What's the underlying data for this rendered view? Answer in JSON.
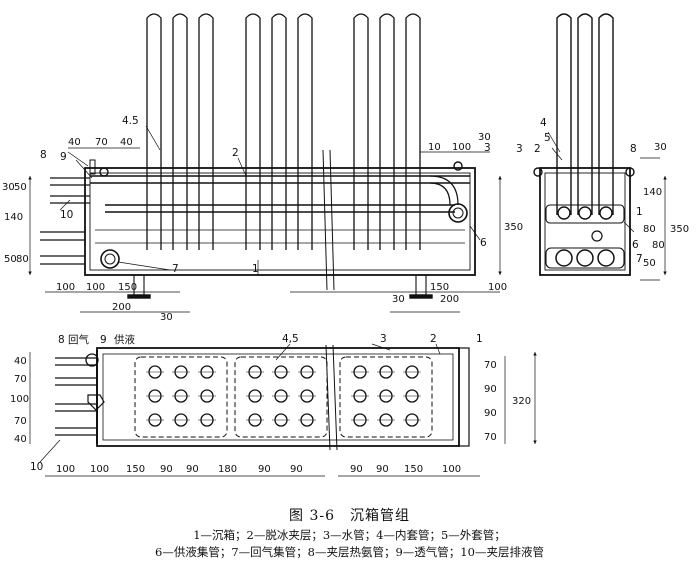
{
  "figure": {
    "title": "图 3-6　沉箱管组",
    "legend_line1": "1—沉箱；2—脱冰夹层；3—水管；4—内套管；5—外套管；",
    "legend_line2": "6—供液集管；7—回气集管；8—夹层热氨管；9—透气管；10—夹层排液管"
  },
  "front": {
    "part_labels": [
      "4.5",
      "2",
      "3",
      "8",
      "9",
      "10",
      "6",
      "7",
      "1"
    ],
    "top_dims": [
      "40",
      "70",
      "40",
      "10",
      "100",
      "30"
    ],
    "left_dims": [
      "30",
      "50",
      "140",
      "50",
      "80"
    ],
    "right_dims": [
      "350"
    ],
    "bottom_dims": [
      "100",
      "100",
      "150",
      "200",
      "30",
      "30",
      "150",
      "200",
      "100"
    ]
  },
  "side": {
    "part_labels": [
      "4",
      "5",
      "3",
      "2",
      "8",
      "1",
      "6",
      "7"
    ],
    "right_dims": [
      "30",
      "140",
      "80",
      "80",
      "50",
      "350"
    ]
  },
  "plan": {
    "part_labels": [
      "8",
      "回气",
      "9",
      "供液",
      "4,5",
      "3",
      "2",
      "1",
      "10"
    ],
    "left_dims": [
      "40",
      "70",
      "100",
      "70",
      "40"
    ],
    "right_dims": [
      "70",
      "90",
      "90",
      "70",
      "320"
    ],
    "bottom_dims": [
      "100",
      "100",
      "150",
      "90",
      "90",
      "180",
      "90",
      "90",
      "90",
      "90",
      "150",
      "100"
    ]
  },
  "colors": {
    "ink": "#111111",
    "paper": "#ffffff",
    "shade": "#555555"
  }
}
